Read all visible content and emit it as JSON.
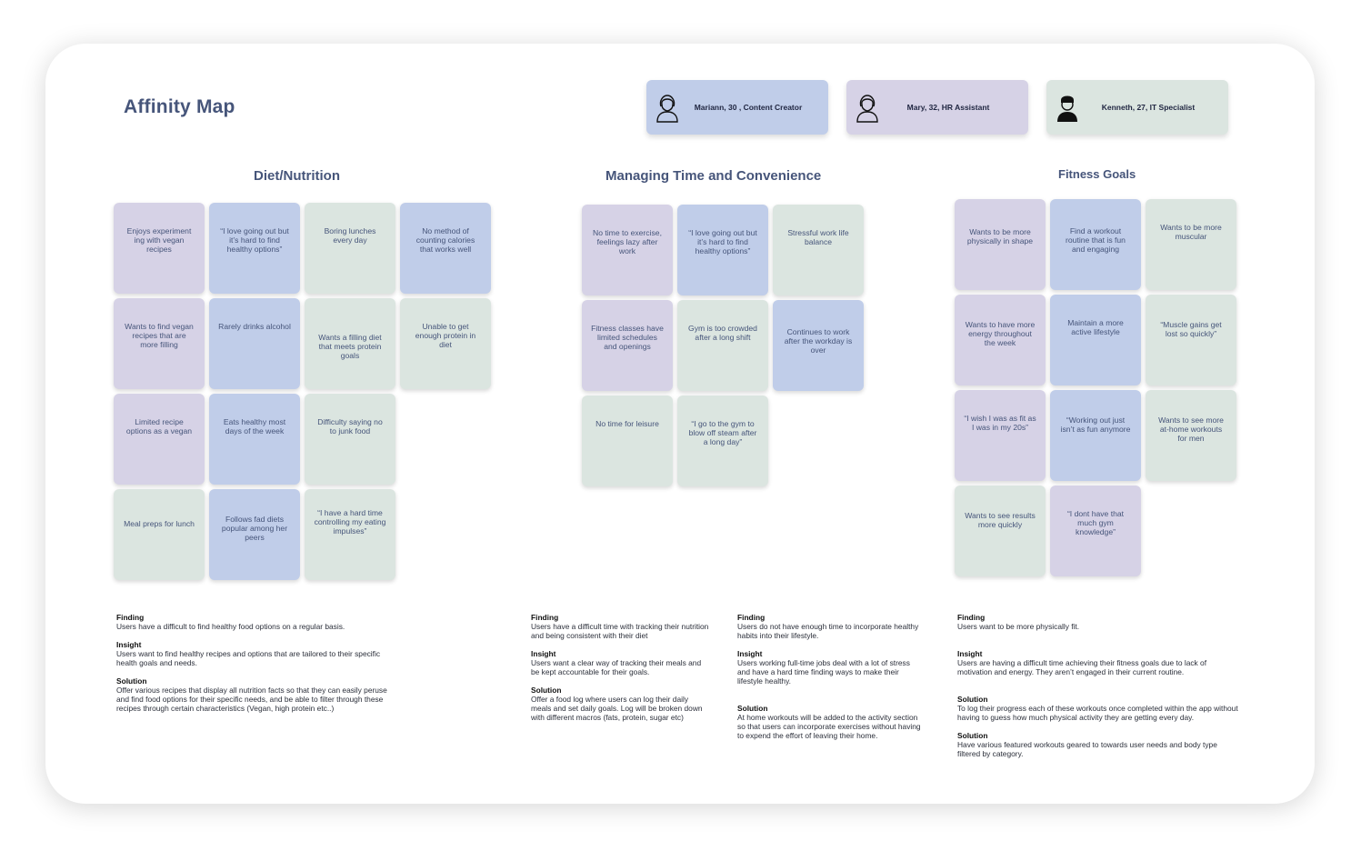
{
  "title": "Affinity Map",
  "personas": [
    {
      "name": "Mariann, 30 , Content Creator",
      "icon": "woman-avatar-icon",
      "color": "#c0cde9"
    },
    {
      "name": "Mary, 32, HR Assistant",
      "icon": "woman-avatar-icon",
      "color": "#d6d2e6"
    },
    {
      "name": "Kenneth, 27, IT Specialist",
      "icon": "man-avatar-icon",
      "color": "#dbe5e0"
    }
  ],
  "colors": {
    "purple": "#d6d2e6",
    "blue": "#c0cde9",
    "green": "#dbe5e0"
  },
  "sections": {
    "diet": {
      "title": "Diet/Nutrition",
      "notes": [
        "Enjoys experiment ing with vegan recipes",
        "“I love going out but it’s hard to find healthy options”",
        "Boring lunches every day",
        "No method of counting calories that works well",
        "Wants to find vegan recipes that are more filling",
        "Rarely drinks alcohol",
        "Wants a filling diet that meets protein goals",
        "Unable to get enough protein in diet",
        "Limited recipe options as a vegan",
        "Eats healthy most days of the week",
        "Difficulty saying no to junk food",
        "Meal preps for lunch",
        "Follows fad diets popular among her peers",
        "“I have a hard time controlling my eating impulses”"
      ]
    },
    "time": {
      "title": "Managing Time and Convenience",
      "notes": [
        "No time to exercise, feelings lazy after work",
        "“I love going out but it’s hard to find healthy options”",
        "Stressful work life balance",
        "Fitness classes have limited schedules and openings",
        "Gym is too crowded after a long shift",
        "Continues to work after the workday is over",
        "No time for leisure",
        "“I go to the gym to blow off steam after a long day”"
      ]
    },
    "fitness": {
      "title": "Fitness Goals",
      "notes": [
        "Wants to be more physically in shape",
        "Find a workout routine that is fun and engaging",
        "Wants to be more muscular",
        "Wants to have more energy throughout the week",
        "Maintain a more active lifestyle",
        "“Muscle gains get lost so quickly”",
        "“I wish I was as fit as I was in my 20s”",
        "“Working out just isn’t as fun anymore",
        "Wants to see more at-home workouts for men",
        "Wants to see results more quickly",
        "“I dont have that much gym knowledge”"
      ]
    }
  },
  "findings": {
    "col1": [
      {
        "label": "Finding",
        "body": "Users have a difficult to find healthy food options on a regular basis."
      },
      {
        "label": "Insight",
        "body": "Users want to find healthy recipes and options that are tailored to their specific health goals and needs."
      },
      {
        "label": "Solution",
        "body": "Offer various recipes that display all nutrition facts so that they can easily peruse and find food options for their specific needs, and be able to filter through these recipes through certain characteristics (Vegan, high protein etc..)"
      }
    ],
    "col2": [
      {
        "label": "Finding",
        "body": "Users have a difficult time with tracking their nutrition and being consistent with their diet"
      },
      {
        "label": "Insight",
        "body": "Users want a clear way of tracking their meals and be kept accountable for their goals."
      },
      {
        "label": "Solution",
        "body": "Offer a food log where users can log their daily meals and set daily goals. Log will be broken down with different macros (fats, protein, sugar etc)"
      }
    ],
    "col3": [
      {
        "label": "Finding",
        "body": "Users do not have enough time to incorporate healthy habits into their lifestyle."
      },
      {
        "label": "Insight",
        "body": "Users working full-time jobs deal with a lot of stress and have a hard time finding ways to make their lifestyle healthy."
      },
      {
        "label": "Solution",
        "body": "At home workouts will be added to the activity section so that users can incorporate exercises without having to expend the effort of leaving their home."
      }
    ],
    "col4": [
      {
        "label": "Finding",
        "body": "Users want to be more physically fit."
      },
      {
        "label": "Insight",
        "body": "Users are having a difficult time achieving their fitness goals due to lack of motivation and energy. They aren’t engaged in their current routine."
      },
      {
        "label": "Solution",
        "body": "To log their progress each of these workouts once completed within the app without having to guess how much physical activity they are getting every day."
      },
      {
        "label": "Solution",
        "body": "Have various featured workouts geared to towards user needs and body type filtered by category."
      }
    ]
  }
}
